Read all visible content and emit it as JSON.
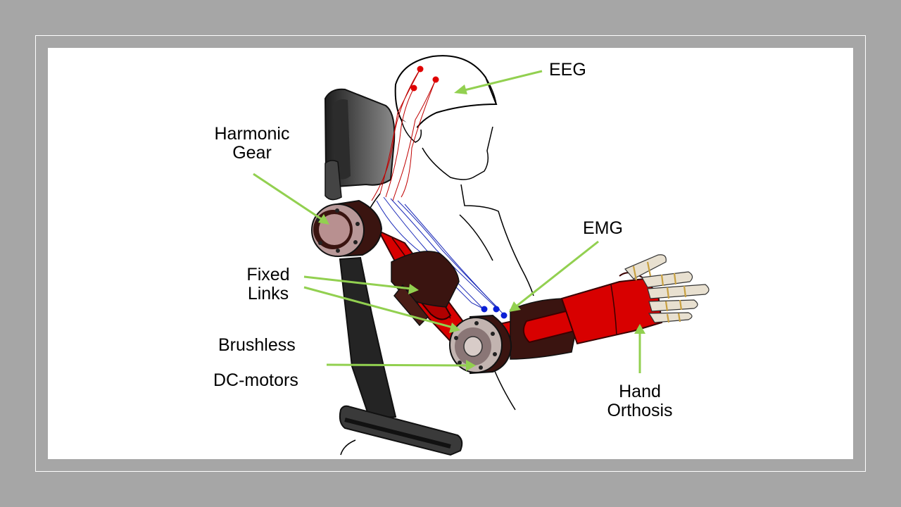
{
  "labels": {
    "eeg": "EEG",
    "harmonic_gear_1": "Harmonic",
    "harmonic_gear_2": "Gear",
    "emg": "EMG",
    "fixed_links_1": "Fixed",
    "fixed_links_2": "Links",
    "brushless": "Brushless",
    "dc_motors": "DC-motors",
    "hand_orthosis_1": "Hand",
    "hand_orthosis_2": "Orthosis"
  },
  "colors": {
    "background": "#a6a6a6",
    "panel": "#ffffff",
    "arrow": "#92d050",
    "exoskeleton_red": "#d80000",
    "eeg_electrode": "#e00000",
    "emg_electrode": "#0a1fd6",
    "emg_wire": "#1c2bb8",
    "chair": "#2a2a2a"
  }
}
